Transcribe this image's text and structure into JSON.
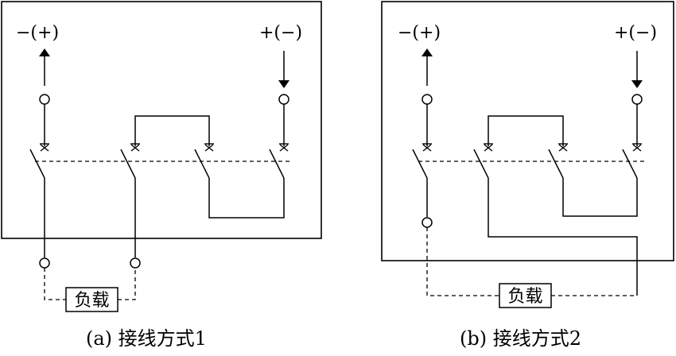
{
  "panel_a": {
    "left_terminal_label": "−(+)",
    "right_terminal_label": "+(−)",
    "load_label": "负载",
    "caption": "(a)  接线方式1"
  },
  "panel_b": {
    "left_terminal_label": "−(+)",
    "right_terminal_label": "+(−)",
    "load_label": "负载",
    "caption": "(b)  接线方式2"
  }
}
